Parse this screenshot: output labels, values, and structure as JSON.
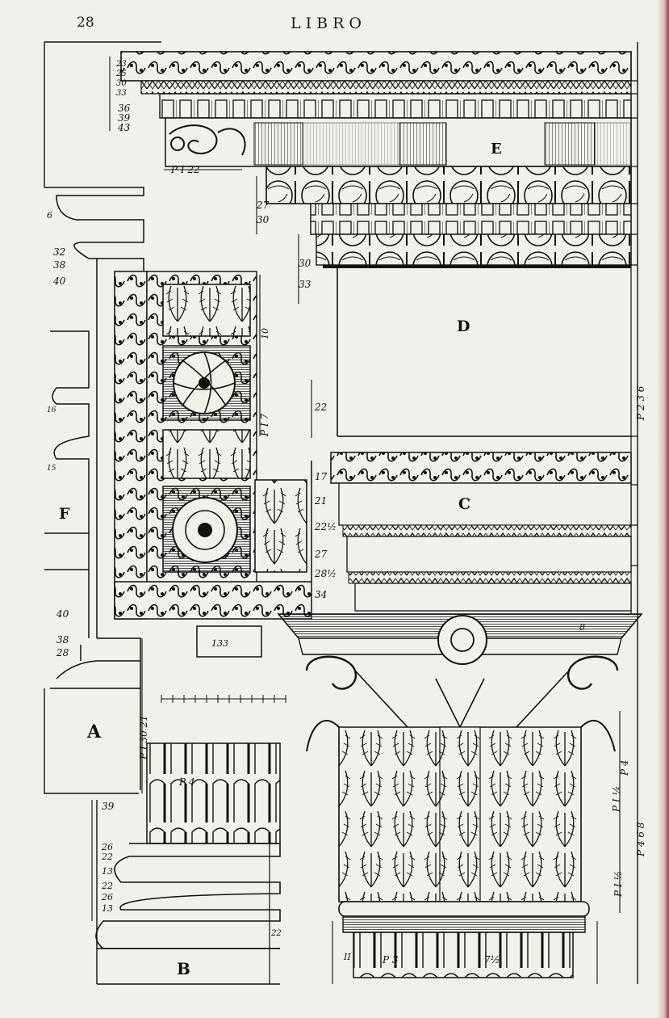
{
  "header": {
    "page_number": "28",
    "running_title": "LIBRO"
  },
  "labels": {
    "A": "A",
    "B": "B",
    "C": "C",
    "D": "D",
    "E": "E",
    "F": "F"
  },
  "dimensions": {
    "cornice_left": [
      "23",
      "25",
      "30",
      "33",
      "36",
      "39",
      "43"
    ],
    "cornice_projection": "P I 22",
    "cornice_mid": [
      "27",
      "30"
    ],
    "cornice_low": [
      "30",
      "33"
    ],
    "frieze_height": "22",
    "architrave_left": [
      "17",
      "21",
      "22½",
      "27",
      "28½",
      "34"
    ],
    "capital_height": "P 4",
    "capital_mid": "P I ¼",
    "capital_low": "P I ½",
    "abacus": "8",
    "column_side": "P I 30 21",
    "base_left": [
      "39",
      "26",
      "22",
      "13",
      "22",
      "26",
      "13"
    ],
    "base_flute": "P 4",
    "base_bottom": "22",
    "shaft": "P 3",
    "shaft_frac": "7½",
    "left_upper": [
      "32",
      "38",
      "40"
    ],
    "left_lower": [
      "40",
      "38",
      "28"
    ],
    "soffit_label": "P I 7",
    "soffit_val": "10",
    "profile_num": "133",
    "right_strip": "P 2 3 6",
    "right_capital": "P 4 6 8",
    "shaft_small": "II",
    "left_top": "6",
    "profile_nums": [
      "16",
      "15"
    ]
  }
}
